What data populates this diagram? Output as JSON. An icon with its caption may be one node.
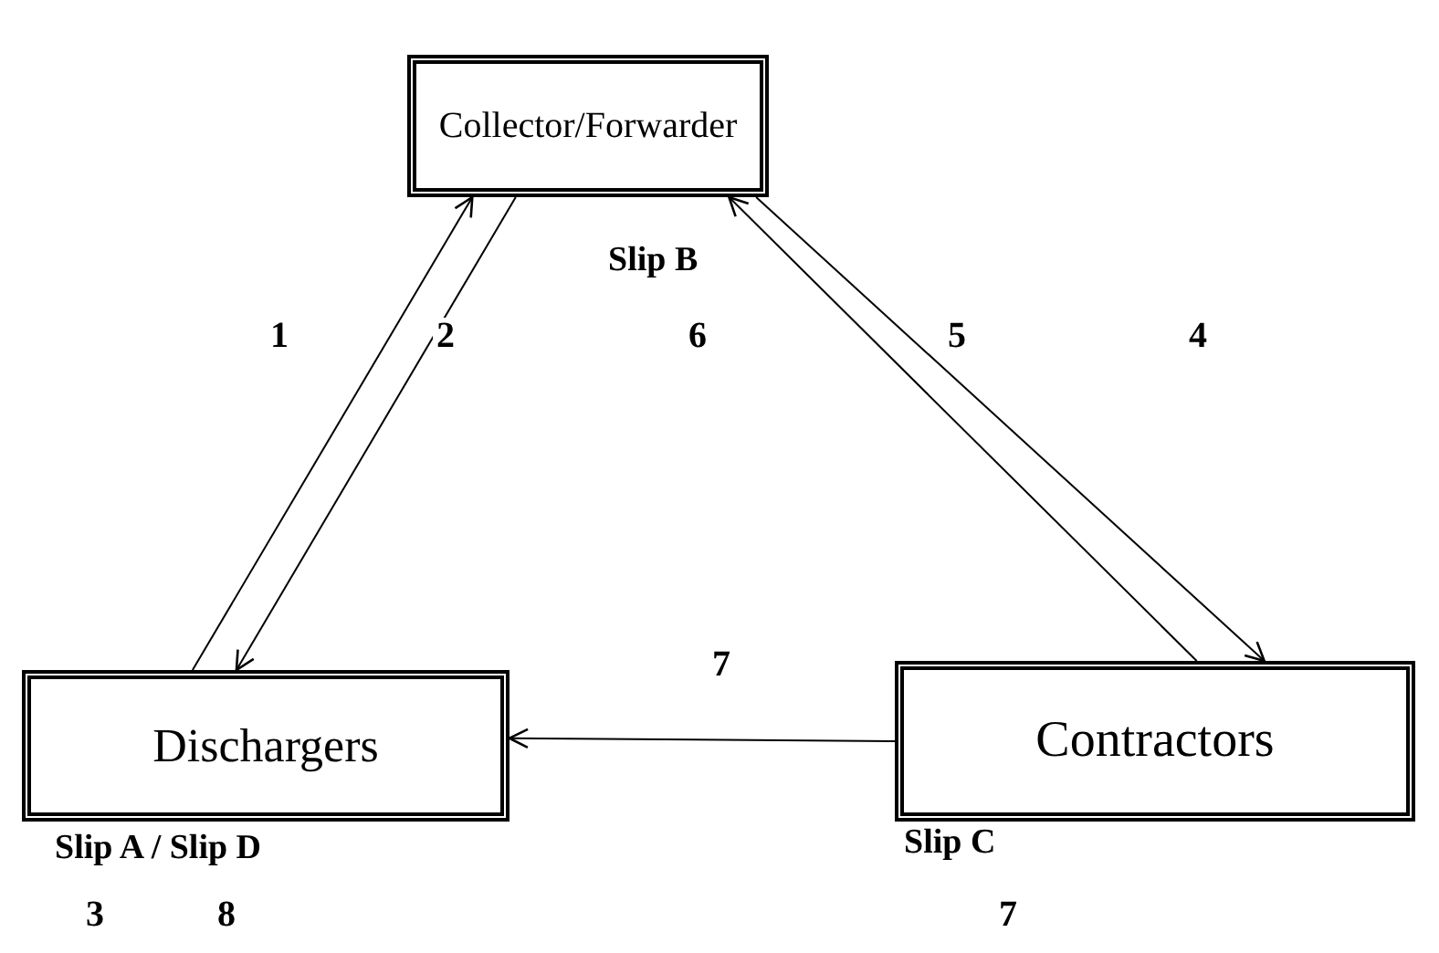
{
  "diagram": {
    "nodes": [
      {
        "text": [
          "Collector/Forwarder"
        ],
        "beside": [
          "Slip B"
        ]
      },
      {
        "text": [
          "Dischargers"
        ],
        "beside": [
          "Slip A / Slip D"
        ]
      },
      {
        "text": [
          "Contractors"
        ],
        "beside": [
          "Slip C"
        ]
      }
    ],
    "edges": [
      {
        "from": 1,
        "to": 0,
        "arrow": "to",
        "label": "1"
      },
      {
        "from": 0,
        "to": 1,
        "arrow": "to",
        "label": "2"
      },
      {
        "from": 2,
        "to": 0,
        "arrow": "to",
        "label": "5"
      },
      {
        "from": 0,
        "to": 2,
        "arrow": "to",
        "label": "4"
      },
      {
        "from": 2,
        "to": 1,
        "arrow": "to",
        "label": "7"
      }
    ],
    "labels": [
      "6",
      "3",
      "8",
      "7"
    ]
  }
}
